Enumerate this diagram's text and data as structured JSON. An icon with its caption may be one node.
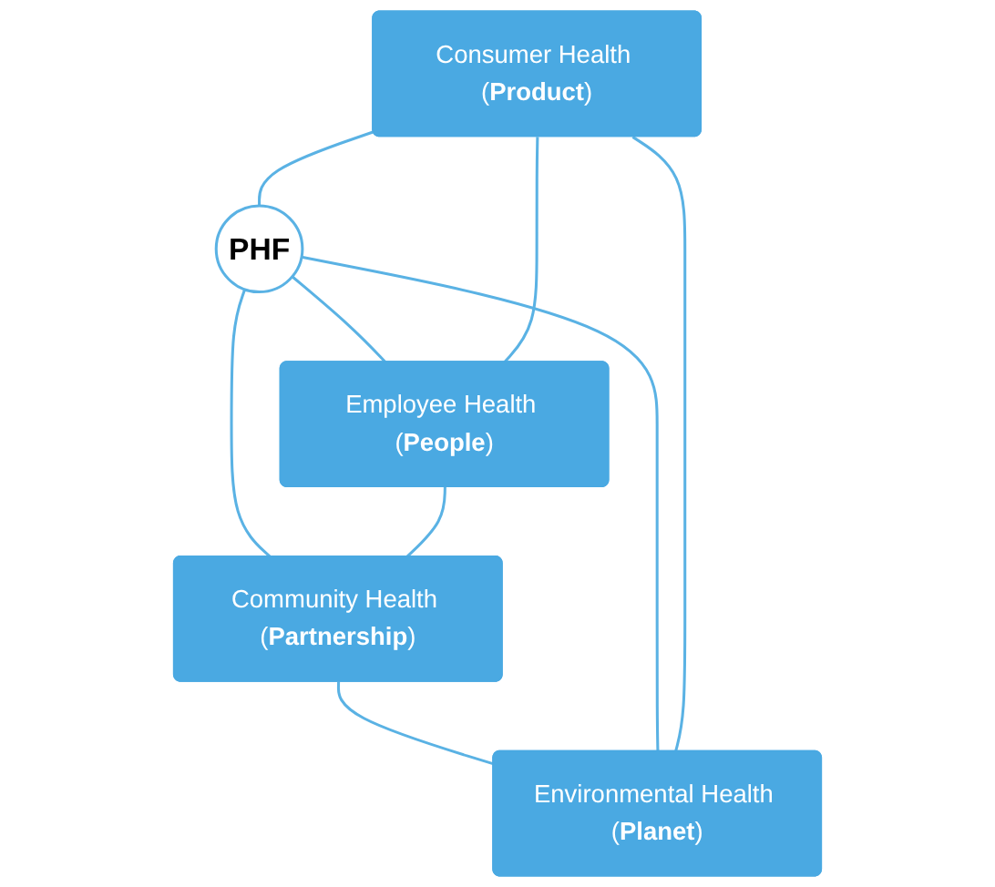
{
  "diagram": {
    "nodes": [
      {
        "text": [
          "Consumer Health (**Product**)"
        ]
      },
      {
        "text": [
          "Environmental Health (**Planet**)"
        ]
      },
      {
        "text": [
          "PHF"
        ]
      },
      {
        "text": [
          "Employee Health (**People**)"
        ]
      },
      {
        "text": [
          "Community Health (**Partnership**)"
        ]
      }
    ],
    "edges": [
      {
        "from": 0,
        "to": 2,
        "arrow": "none"
      },
      {
        "from": 1,
        "to": 2,
        "arrow": "none"
      },
      {
        "from": 2,
        "to": 3,
        "arrow": "none"
      },
      {
        "from": 2,
        "to": 4,
        "arrow": "none"
      },
      {
        "from": 0,
        "to": 3,
        "arrow": "none"
      },
      {
        "from": 3,
        "to": 4,
        "arrow": "none"
      },
      {
        "from": 4,
        "to": 1,
        "arrow": "none"
      },
      {
        "from": 1,
        "to": 0,
        "arrow": "none"
      }
    ]
  }
}
